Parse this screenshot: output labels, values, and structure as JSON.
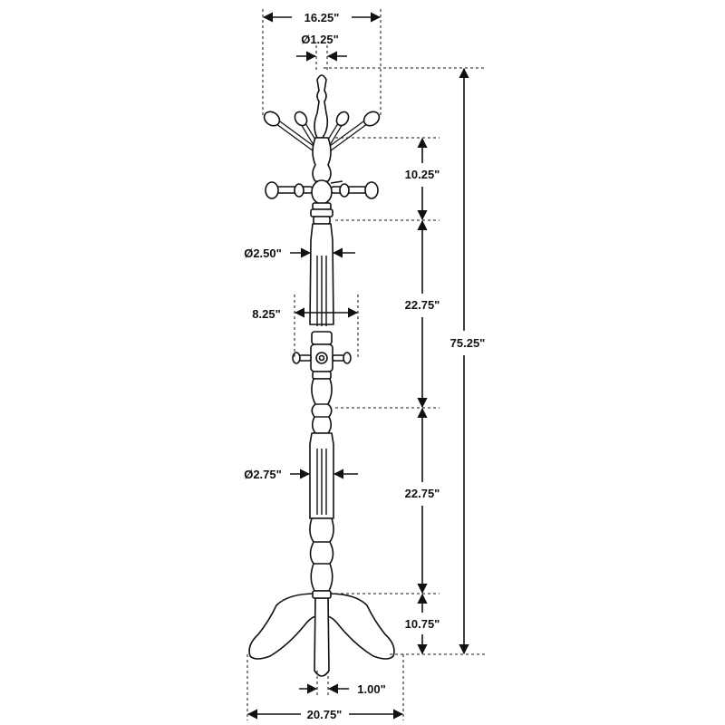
{
  "diagram": {
    "dimensions": {
      "top_width": "16.25\"",
      "top_finial_diameter": "Ø1.25\"",
      "upper_hook_spacing": "10.25\"",
      "upper_column_diameter": "Ø2.50\"",
      "middle_hook_width": "8.25\"",
      "upper_column_height": "22.75\"",
      "lower_column_height": "22.75\"",
      "lower_column_diameter": "Ø2.75\"",
      "base_height": "10.75\"",
      "total_height": "75.25\"",
      "foot_width": "1.00\"",
      "base_width": "20.75\""
    }
  }
}
